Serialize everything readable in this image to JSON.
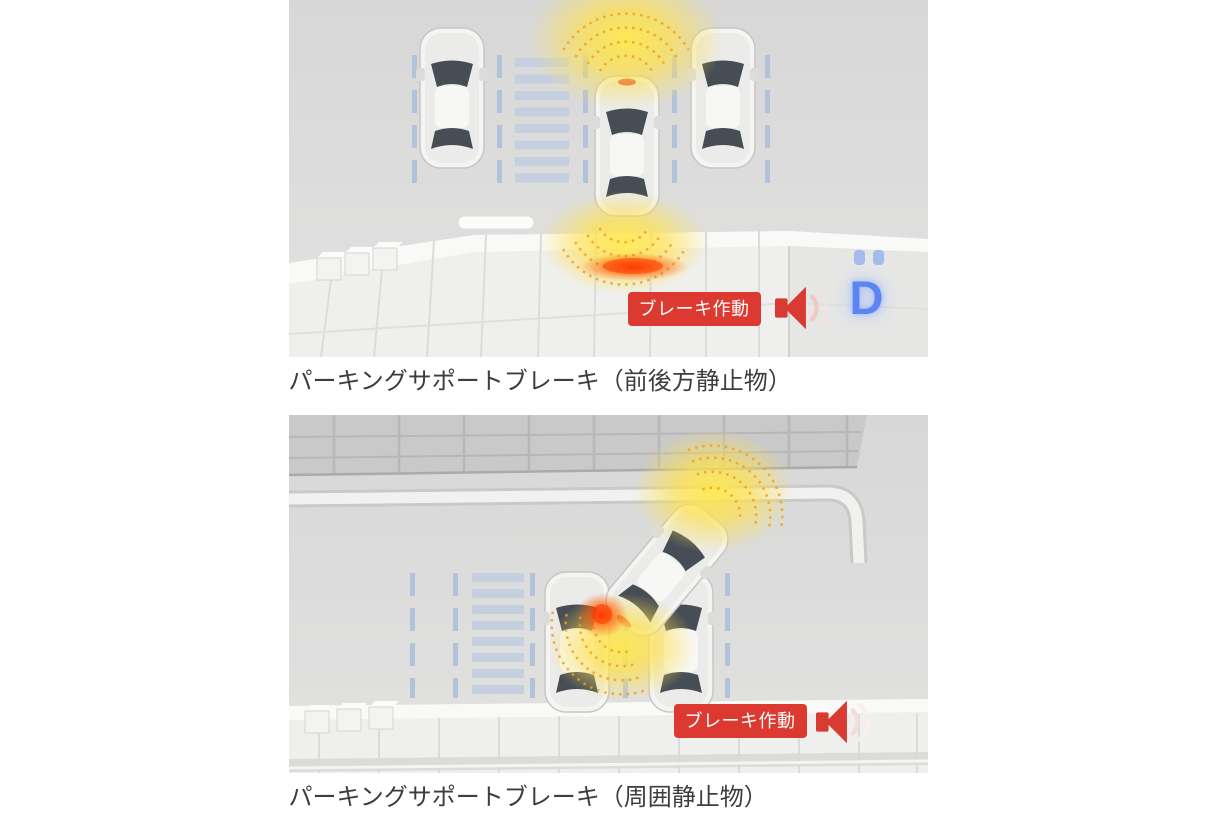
{
  "page": {
    "background": "#ffffff"
  },
  "palette": {
    "badge_background": "#dc3a31",
    "badge_text": "#ffffff",
    "caption_text": "#3d3d3d",
    "sensor_wave_yellow": "#ffe14a",
    "warning_red": "#ff3c00",
    "shift_indicator_blue": "#5c85f2",
    "parking_line_blue": "#b3c2db"
  },
  "figures": [
    {
      "caption": "パーキングサポートブレーキ（前後方静止物）",
      "badge_label": "ブレーキ作動",
      "shift_indicator": "D",
      "icons": [
        "speaker-icon",
        "shift-d-indicator"
      ]
    },
    {
      "caption": "パーキングサポートブレーキ（周囲静止物）",
      "badge_label": "ブレーキ作動",
      "icons": [
        "speaker-icon"
      ]
    }
  ]
}
